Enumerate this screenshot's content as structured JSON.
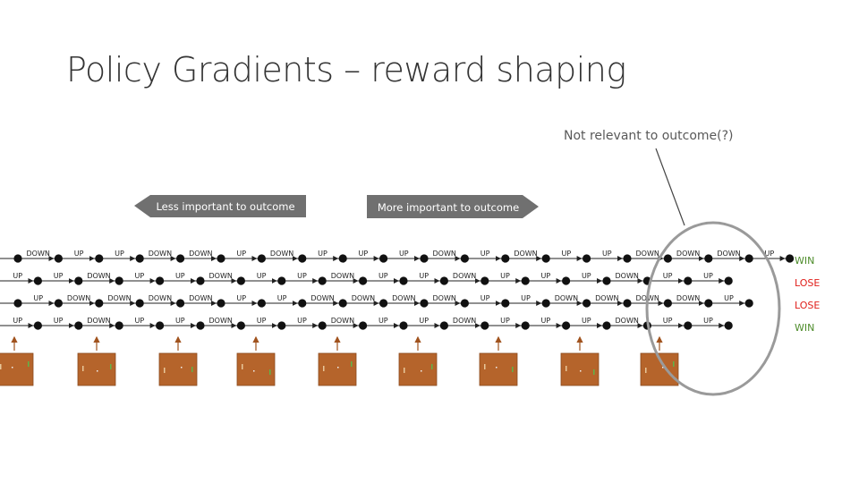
{
  "title": "Policy Gradients – reward shaping",
  "annotations": {
    "not_relevant": "Not relevant to outcome(?)",
    "less_important": "Less important to outcome",
    "more_important": "More important to outcome"
  },
  "colors": {
    "win": "#4e8c2b",
    "lose": "#e0201b",
    "frame": "#b5642b",
    "arrow_box": "#6d6d6d",
    "circle": "#9a9a9a"
  },
  "episodes": [
    {
      "actions": [
        "DOWN",
        "UP",
        "UP",
        "DOWN",
        "DOWN",
        "UP",
        "DOWN",
        "UP",
        "UP",
        "UP",
        "DOWN",
        "UP",
        "DOWN",
        "UP",
        "UP",
        "DOWN",
        "DOWN",
        "DOWN",
        "UP"
      ],
      "outcome": "WIN"
    },
    {
      "actions": [
        "UP",
        "UP",
        "DOWN",
        "UP",
        "UP",
        "DOWN",
        "UP",
        "UP",
        "DOWN",
        "UP",
        "UP",
        "DOWN",
        "UP",
        "UP",
        "UP",
        "DOWN",
        "UP",
        "UP"
      ],
      "outcome": "LOSE"
    },
    {
      "actions": [
        "UP",
        "DOWN",
        "DOWN",
        "DOWN",
        "DOWN",
        "UP",
        "UP",
        "DOWN",
        "DOWN",
        "DOWN",
        "DOWN",
        "UP",
        "UP",
        "DOWN",
        "DOWN",
        "DOWN",
        "DOWN",
        "UP"
      ],
      "outcome": "LOSE"
    },
    {
      "actions": [
        "UP",
        "UP",
        "DOWN",
        "UP",
        "UP",
        "DOWN",
        "UP",
        "UP",
        "DOWN",
        "UP",
        "UP",
        "DOWN",
        "UP",
        "UP",
        "UP",
        "DOWN",
        "UP",
        "UP"
      ],
      "outcome": "WIN"
    }
  ]
}
